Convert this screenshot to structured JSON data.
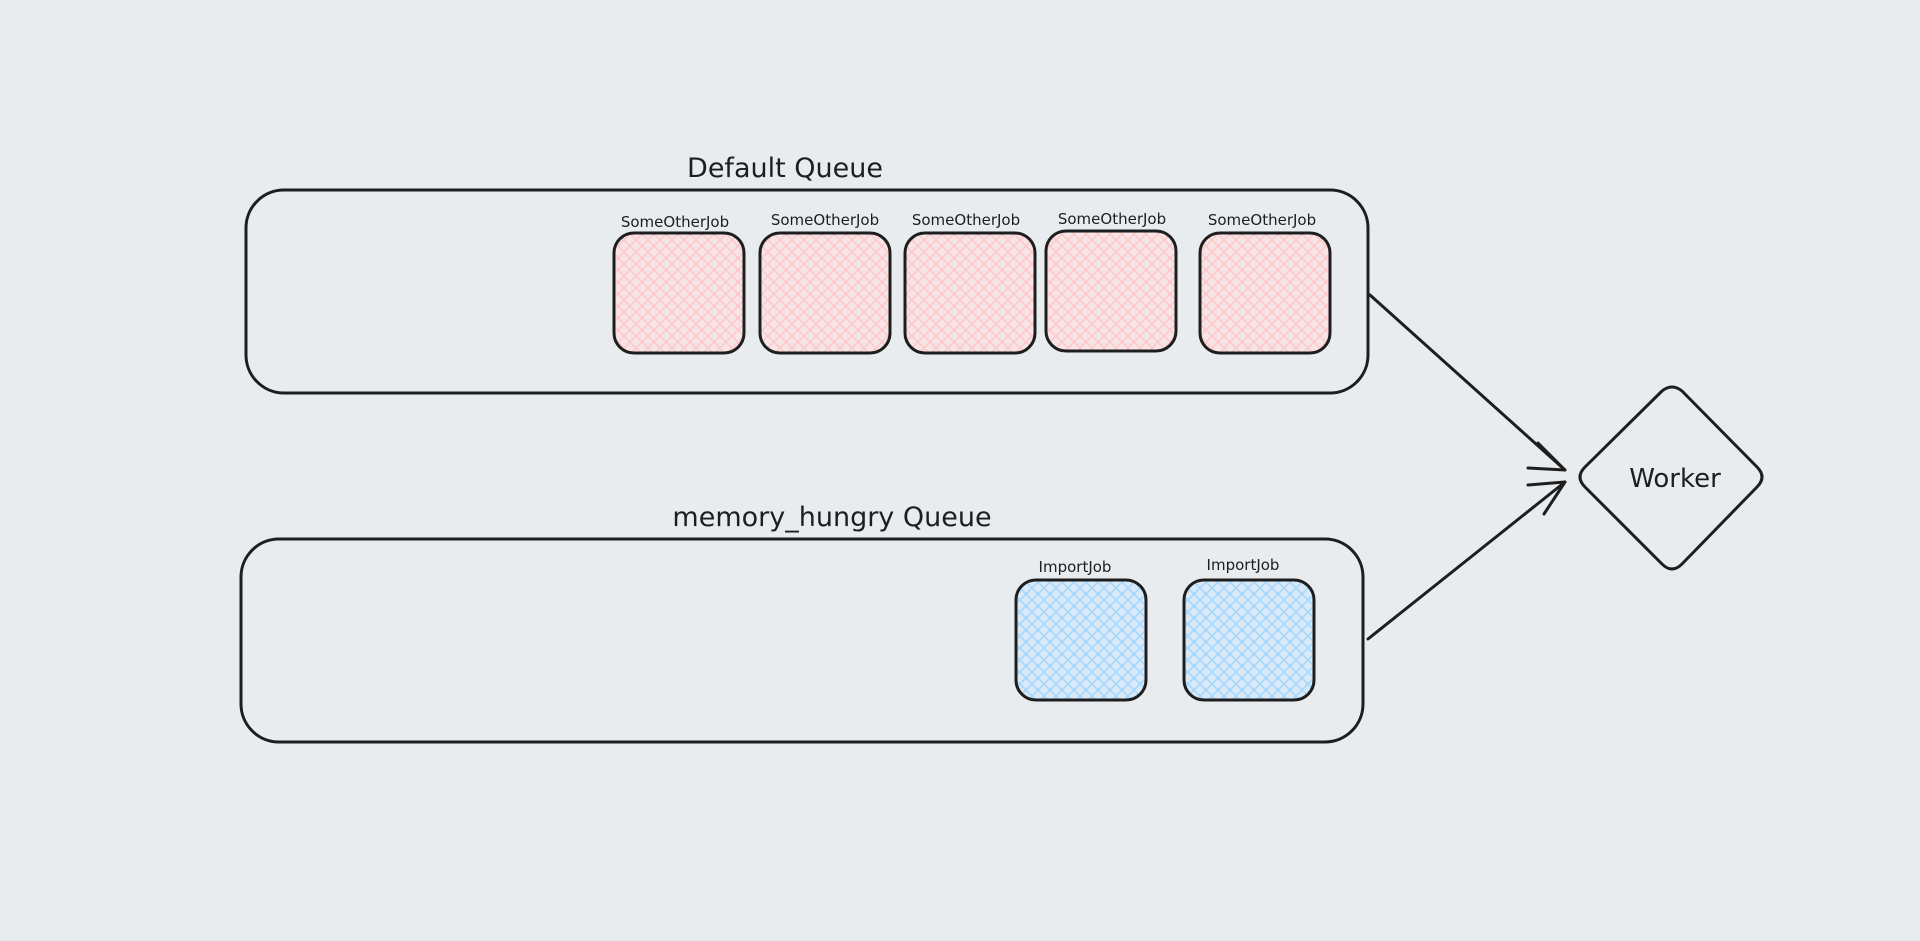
{
  "diagram": {
    "queues": [
      {
        "title": "Default Queue",
        "color": "#ffc9c9",
        "jobs": [
          "SomeOtherJob",
          "SomeOtherJob",
          "SomeOtherJob",
          "SomeOtherJob",
          "SomeOtherJob"
        ]
      },
      {
        "title": "memory_hungry Queue",
        "color": "#a5d8ff",
        "jobs": [
          "ImportJob",
          "ImportJob"
        ]
      }
    ],
    "worker": {
      "label": "Worker"
    },
    "colors": {
      "background": "#e9ecef",
      "stroke": "#1e1e1e",
      "default_job_fill": "#ffc9c9",
      "memory_job_fill": "#a5d8ff"
    }
  }
}
